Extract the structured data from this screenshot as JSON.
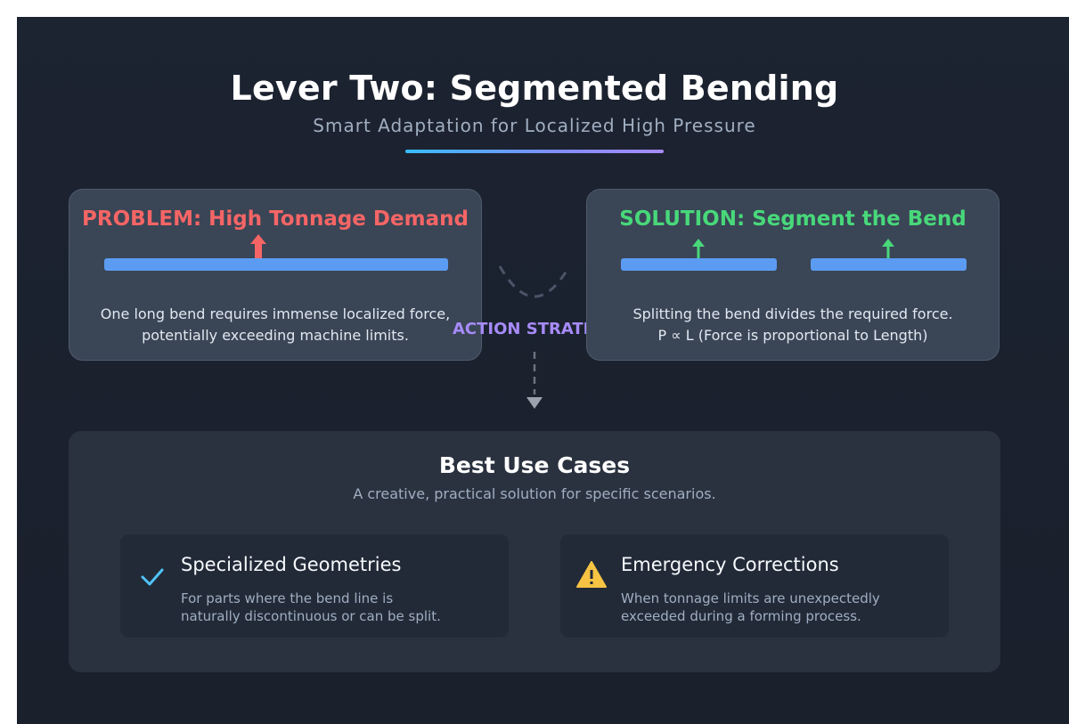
{
  "header": {
    "title": "Lever Two: Segmented Bending",
    "subtitle": "Smart Adaptation for Localized High Pressure"
  },
  "problem": {
    "heading": "PROBLEM: High Tonnage Demand",
    "text_line1": "One long bend requires immense localized force,",
    "text_line2": "potentially exceeding machine limits."
  },
  "connector": {
    "label": "ACTION STRATEGY"
  },
  "solution": {
    "heading": "SOLUTION: Segment the Bend",
    "text_line1": "Splitting the bend divides the required force.",
    "text_line2": "P ∝ L (Force is proportional to Length)"
  },
  "use_cases": {
    "title": "Best Use Cases",
    "subtitle": "A creative, practical solution for specific scenarios.",
    "items": [
      {
        "icon": "checkmark-icon",
        "title": "Specialized Geometries",
        "desc_line1": "For parts where the bend line is",
        "desc_line2": "naturally discontinuous or can be split."
      },
      {
        "icon": "warning-icon",
        "title": "Emergency Corrections",
        "desc_line1": "When tonnage limits are unexpectedly",
        "desc_line2": "exceeded during a forming process."
      }
    ]
  },
  "colors": {
    "problem": "#f56565",
    "solution": "#48d87a",
    "bar": "#5b9cf2",
    "accent": "#a78bfa",
    "warning": "#f6c343",
    "check": "#4fc3f7"
  }
}
